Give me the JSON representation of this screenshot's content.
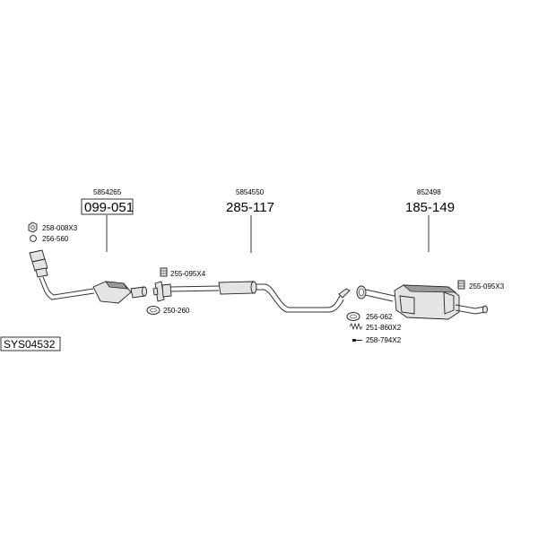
{
  "system_code": "SYS04532",
  "groups": [
    {
      "oe": "5854265",
      "part_no": "099-051",
      "boxed": true
    },
    {
      "oe": "5854550",
      "part_no": "285-117",
      "boxed": false
    },
    {
      "oe": "852498",
      "part_no": "185-149",
      "boxed": false
    }
  ],
  "accessories": {
    "a_258_008": "258-008X3",
    "a_256_560": "256-560",
    "a_255_095_x4": "255-095X4",
    "a_250_260": "250-260",
    "a_255_095_x3": "255-095X3",
    "a_256_062": "256-062",
    "a_251_860": "251-860X2",
    "a_258_794": "258-794X2"
  }
}
